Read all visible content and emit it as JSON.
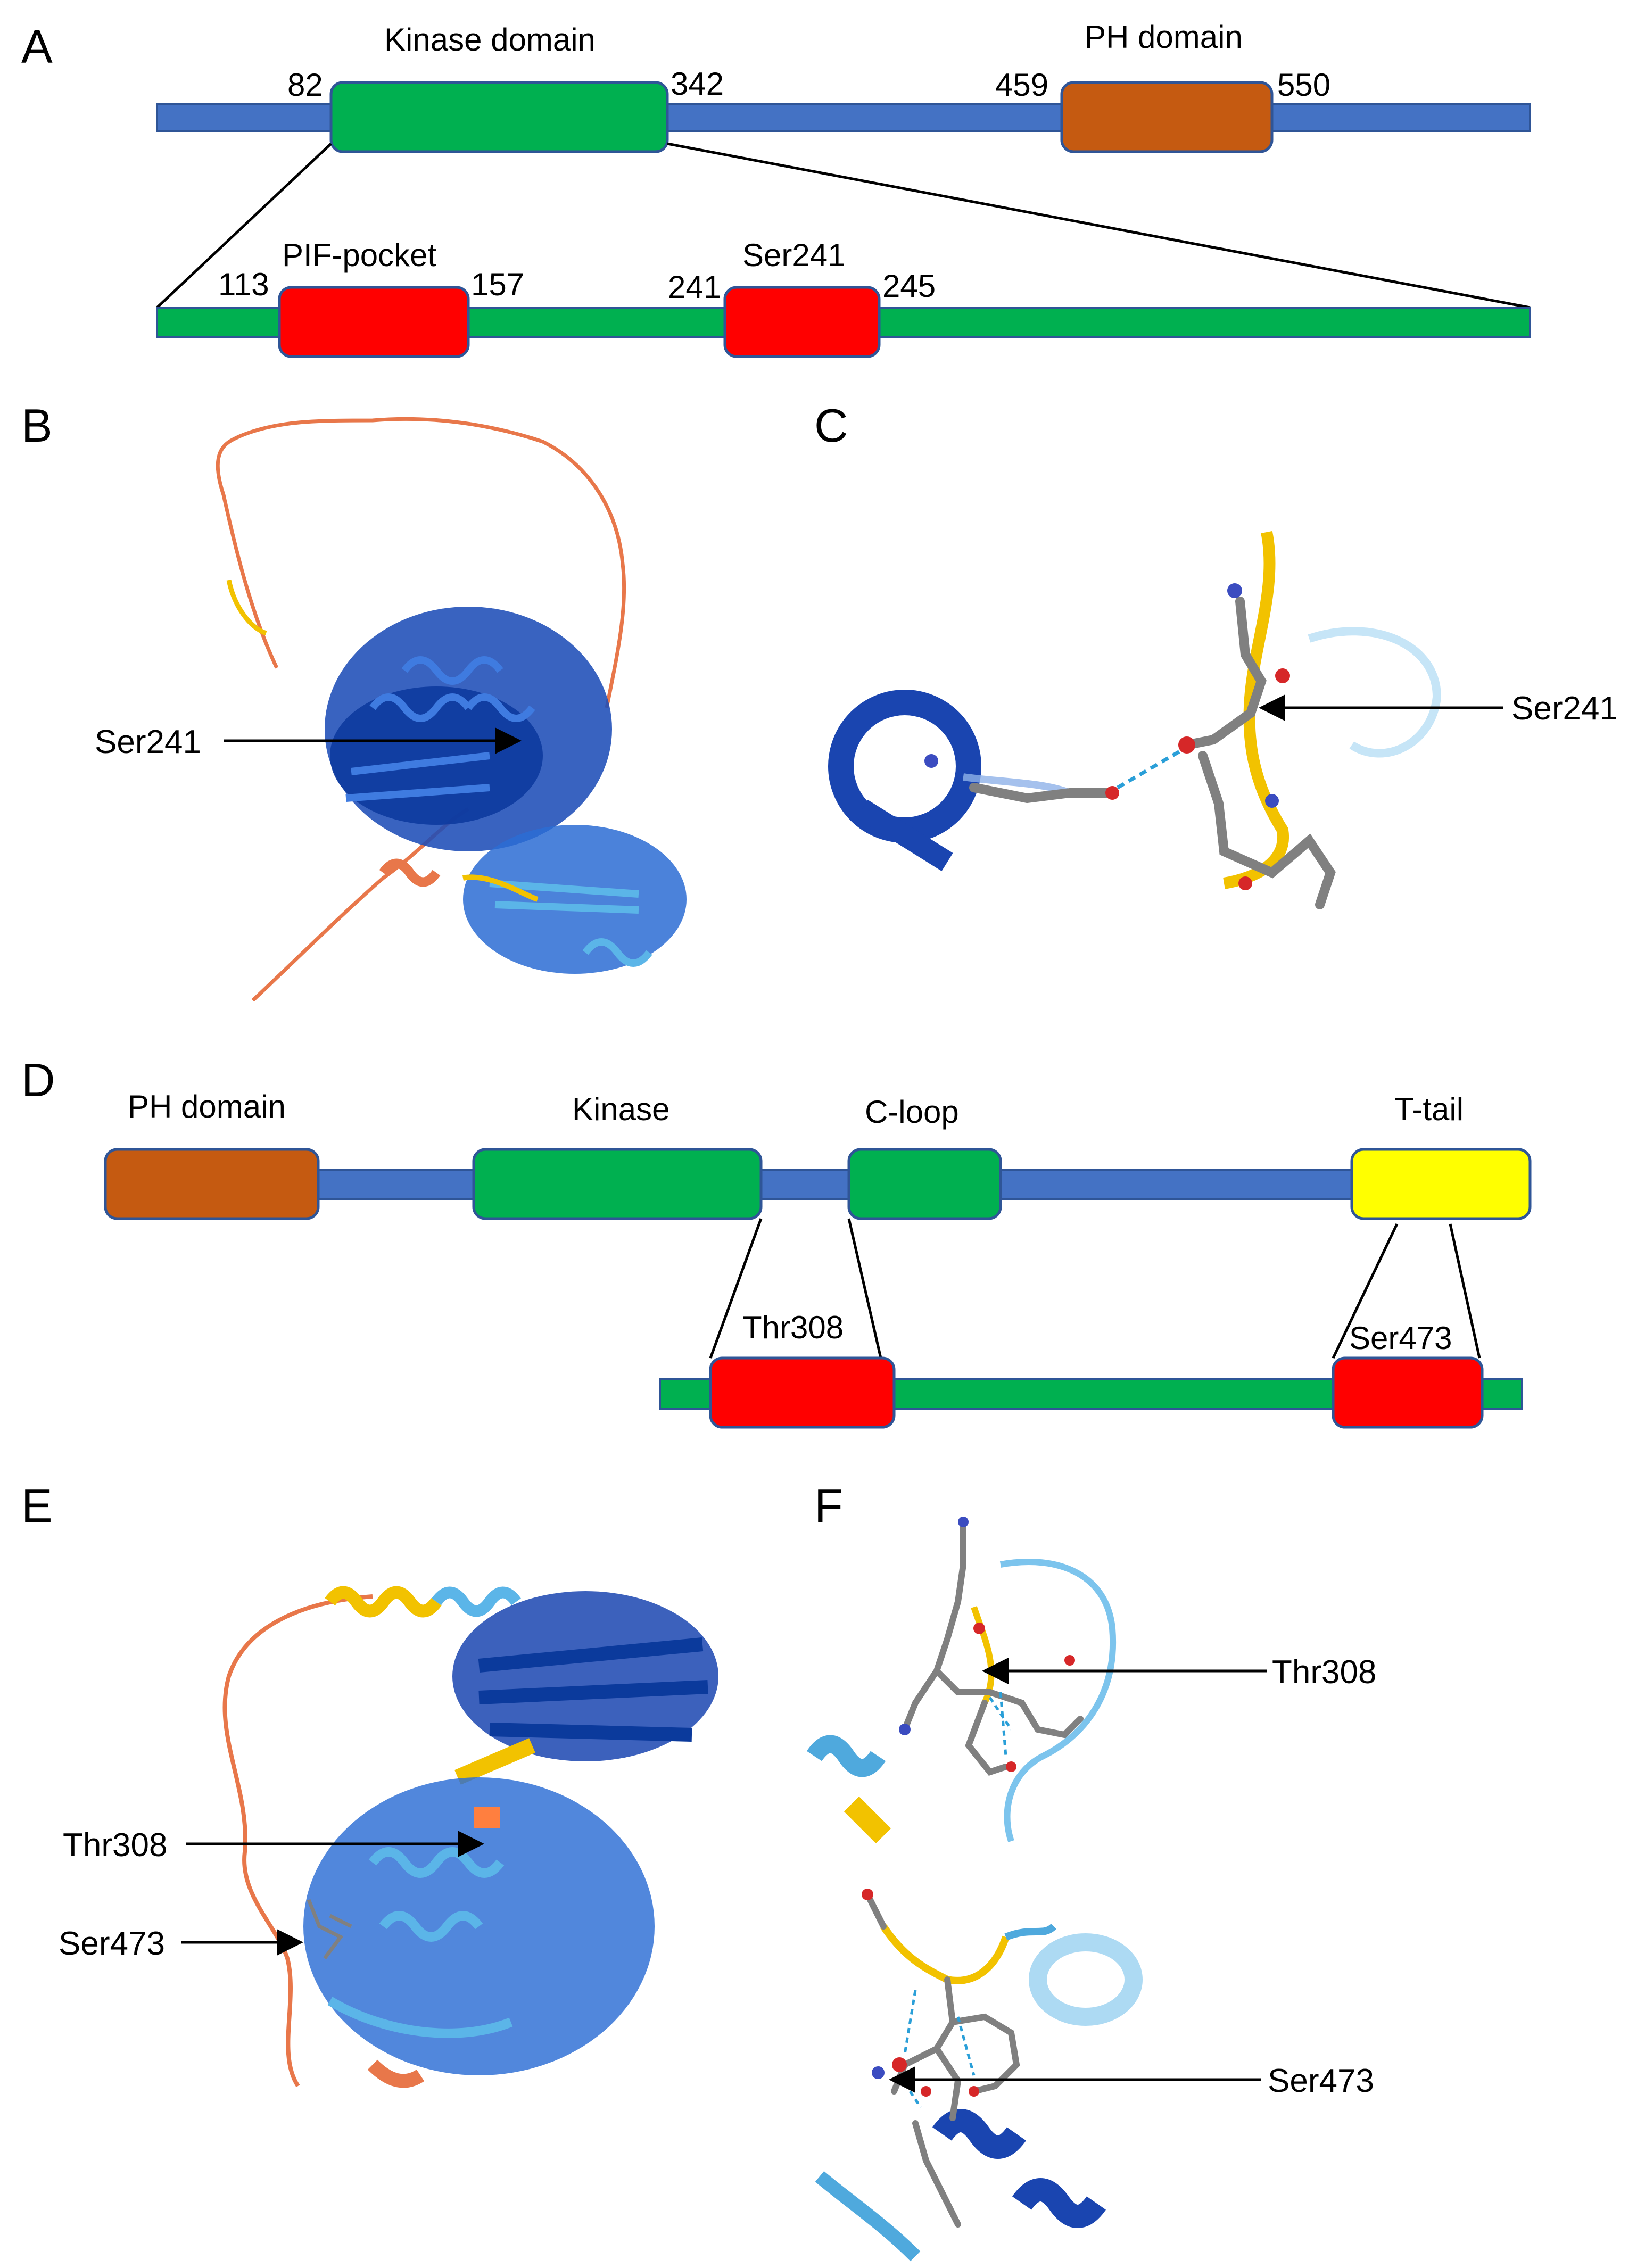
{
  "colors": {
    "backbone_blue": "#4472C4",
    "kinase_green": "#00B050",
    "ph_orange": "#C55A11",
    "motif_red": "#FF0000",
    "tail_yellow": "#FFFF00",
    "domain_border": "#2F5597"
  },
  "panels": {
    "a": {
      "label": "A",
      "kinase_label": "Kinase domain",
      "kinase_start": "82",
      "kinase_end": "342",
      "ph_label": "PH domain",
      "ph_start": "459",
      "ph_end": "550",
      "pif_label": "PIF-pocket",
      "pif_start": "113",
      "pif_end": "157",
      "ser_label": "Ser241",
      "ser_start": "241",
      "ser_end": "245"
    },
    "b": {
      "label": "B",
      "callout": "Ser241",
      "image": "protein-structure-cartoon"
    },
    "c": {
      "label": "C",
      "callout": "Ser241",
      "image": "residue-closeup-sticks"
    },
    "d": {
      "label": "D",
      "ph_label": "PH domain",
      "kinase_label": "Kinase",
      "cloop_label": "C-loop",
      "ttail_label": "T-tail",
      "thr_label": "Thr308",
      "ser_label": "Ser473"
    },
    "e": {
      "label": "E",
      "callout_thr": "Thr308",
      "callout_ser": "Ser473",
      "image": "protein-structure-cartoon"
    },
    "f": {
      "label": "F",
      "callout_thr": "Thr308",
      "callout_ser": "Ser473",
      "image": "residue-closeup-sticks"
    }
  }
}
